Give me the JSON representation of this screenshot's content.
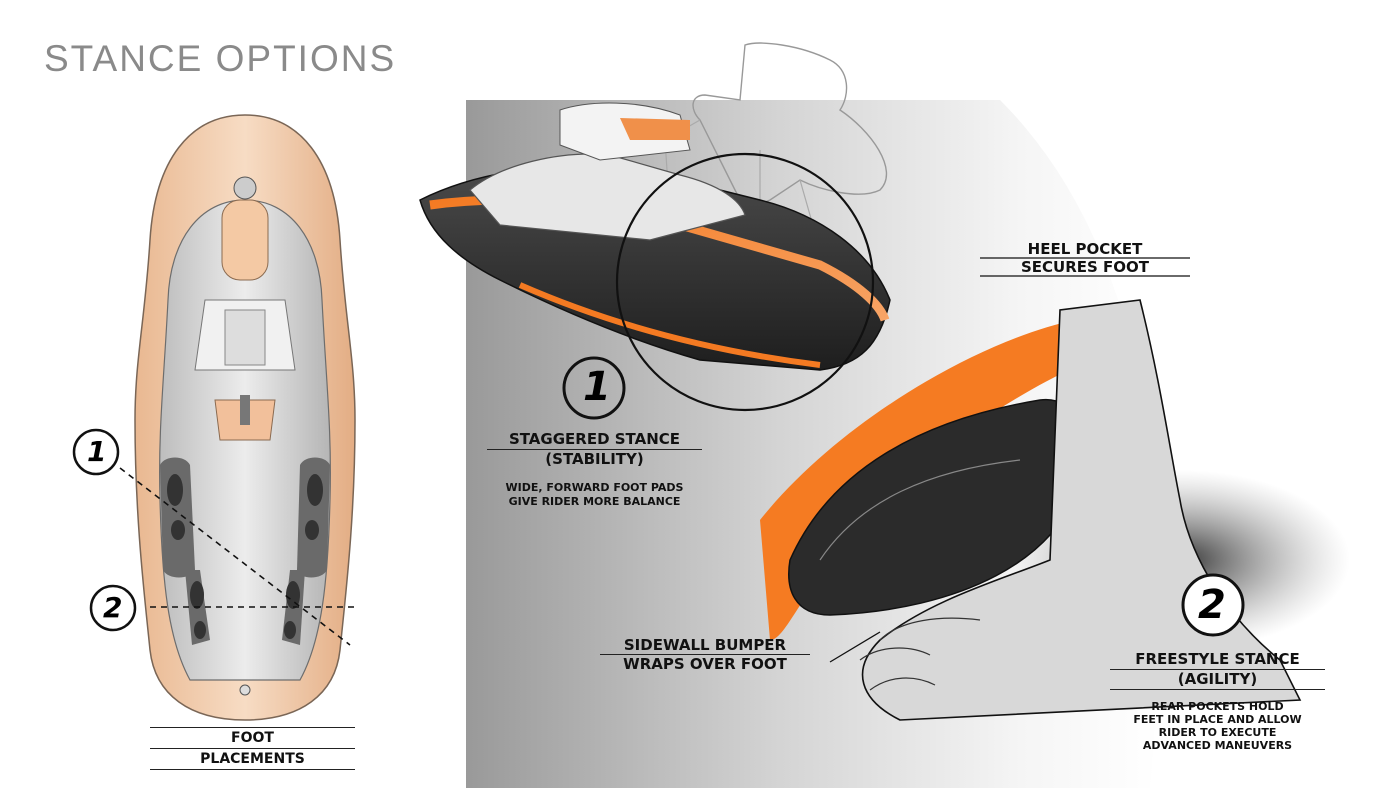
{
  "page": {
    "title": "STANCE OPTIONS"
  },
  "colors": {
    "accent": "#f07a2a",
    "shell": "#f3cfb0",
    "dark": "#2a2a2a",
    "title": "#8a8a8a"
  },
  "top_view": {
    "markers": [
      "1",
      "2"
    ],
    "caption_line1": "FOOT",
    "caption_line2": "PLACEMENTS"
  },
  "stance_1": {
    "number": "1",
    "title": "STAGGERED STANCE",
    "subtitle": "(STABILITY)",
    "desc_line1": "WIDE, FORWARD FOOT PADS",
    "desc_line2": "GIVE RIDER MORE BALANCE"
  },
  "heel_pocket": {
    "line1": "HEEL POCKET",
    "line2": "SECURES FOOT"
  },
  "sidewall": {
    "line1": "SIDEWALL BUMPER",
    "line2": "WRAPS OVER FOOT"
  },
  "stance_2": {
    "number": "2",
    "title": "FREESTYLE STANCE",
    "subtitle": "(AGILITY)",
    "desc_line1": "REAR POCKETS HOLD",
    "desc_line2": "FEET IN PLACE AND ALLOW",
    "desc_line3": "RIDER TO EXECUTE",
    "desc_line4": "ADVANCED MANEUVERS"
  }
}
